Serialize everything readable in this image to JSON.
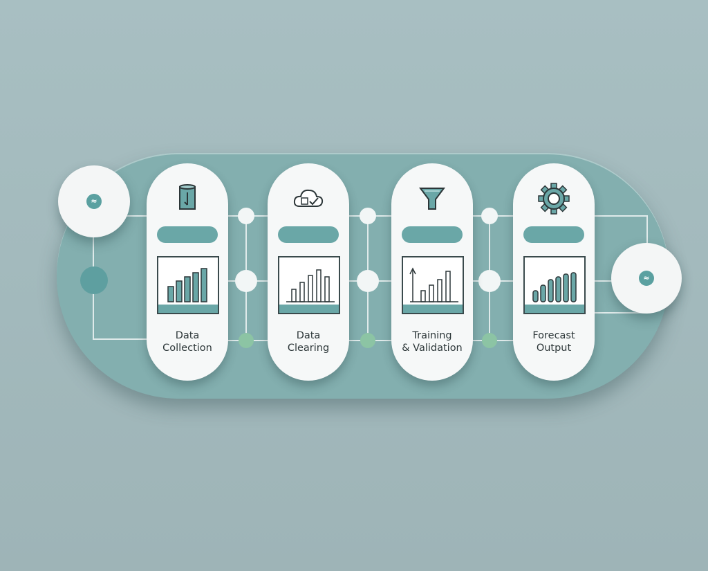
{
  "steps": [
    {
      "label_line1": "Data",
      "label_line2": "Collection",
      "icon": "cylinder-icon"
    },
    {
      "label_line1": "Data",
      "label_line2": "Clearing",
      "icon": "cloud-check-icon"
    },
    {
      "label_line1": "Training",
      "label_line2": "& Validation",
      "icon": "funnel-icon"
    },
    {
      "label_line1": "Forecast",
      "label_line2": "Output",
      "icon": "gear-icon"
    }
  ],
  "endpoints": {
    "start_glyph": "≈",
    "end_glyph": "≈"
  },
  "colors": {
    "background": "#a3babd",
    "band": "#83afaf",
    "accent": "#6aa7a7",
    "card": "#f6f8f8",
    "green_dot": "#8cc4a4"
  }
}
